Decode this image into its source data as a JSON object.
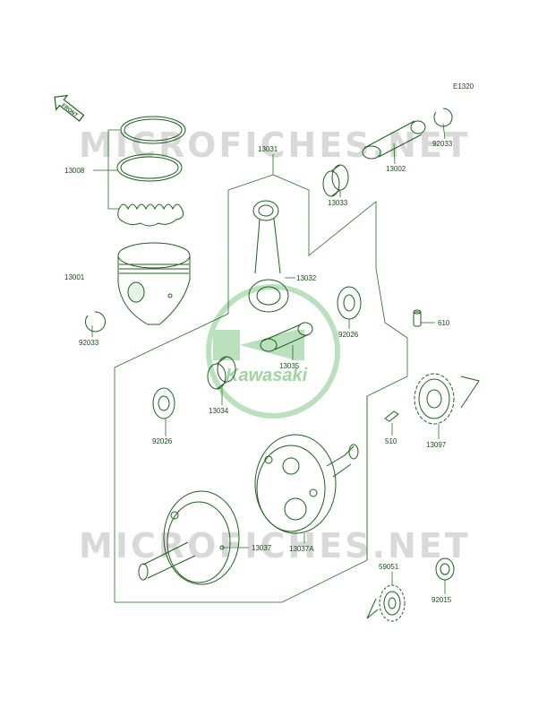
{
  "diagram_code": "E1320",
  "front_arrow": {
    "label": "FRONT",
    "icon": "front-arrow-icon"
  },
  "watermarks": [
    "MICROFICHES.NET",
    "MICROFICHES.NET"
  ],
  "logo": {
    "text": "Kawasaki",
    "color": "#4caf50"
  },
  "colors": {
    "line": "#1f5f1f",
    "label": "#1a4a1a",
    "watermark": "#d9d9d9"
  },
  "parts": [
    {
      "number": "13008"
    },
    {
      "number": "13031"
    },
    {
      "number": "92033"
    },
    {
      "number": "13002"
    },
    {
      "number": "13033"
    },
    {
      "number": "13001"
    },
    {
      "number": "13032"
    },
    {
      "number": "92026"
    },
    {
      "number": "610"
    },
    {
      "number": "92033"
    },
    {
      "number": "13035"
    },
    {
      "number": "13034"
    },
    {
      "number": "510"
    },
    {
      "number": "13097"
    },
    {
      "number": "92026"
    },
    {
      "number": "13037"
    },
    {
      "number": "13037A"
    },
    {
      "number": "59051"
    },
    {
      "number": "92015"
    }
  ]
}
